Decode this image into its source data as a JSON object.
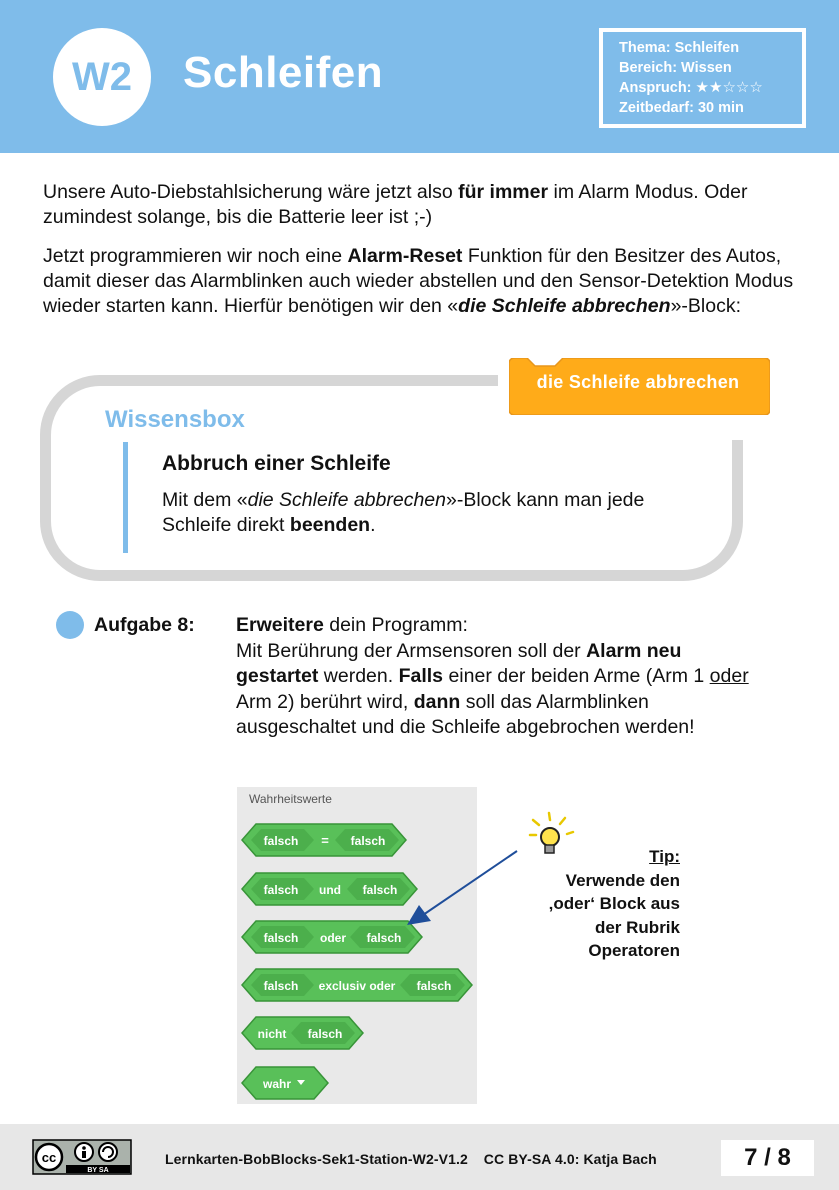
{
  "header": {
    "badge": "W2",
    "title": "Schleifen",
    "info": {
      "thema": "Thema: Schleifen",
      "bereich": "Bereich: Wissen",
      "anspruch_label": "Anspruch:",
      "anspruch_rating": 2,
      "anspruch_max": 5,
      "zeitbedarf": "Zeitbedarf: 30 min"
    }
  },
  "intro": {
    "p1_a": "Unsere Auto-Diebstahlsicherung wäre jetzt also ",
    "p1_b": "für immer",
    "p1_c": " im Alarm Modus. Oder zumindest solange, bis die Batterie leer ist ;-)",
    "p2_a": "Jetzt programmieren wir noch eine ",
    "p2_b": "Alarm-Reset",
    "p2_c": " Funktion für den Besitzer des Autos, damit dieser das Alarmblinken auch wieder abstellen und den Sensor-Detektion Modus wieder starten kann. Hierfür benötigen wir den «",
    "p2_d": "die Schleife abbrechen",
    "p2_e": "»-Block:"
  },
  "wissensbox": {
    "title": "Wissensbox",
    "block_label": "die Schleife abbrechen",
    "heading": "Abbruch einer Schleife",
    "text_a": "Mit dem «",
    "text_b": "die Schleife abbrechen",
    "text_c": "»-Block kann man jede Schleife direkt ",
    "text_d": "beenden",
    "text_e": "."
  },
  "task": {
    "label": "Aufgabe 8:",
    "t1": "Erweitere",
    "t2": " dein Programm:",
    "t3": "Mit Berührung der Armsensoren soll der ",
    "t4": "Alarm neu gestartet",
    "t5": " werden. ",
    "t6": "Falls",
    "t7": " einer der beiden Arme (Arm 1 ",
    "t8": "oder",
    "t9": " Arm 2) berührt wird, ",
    "t10": "dann",
    "t11": " soll das Alarmblinken ausgeschaltet und die Schleife abgebrochen werden!"
  },
  "palette": {
    "title": "Wahrheitswerte",
    "blocks": [
      {
        "left": "falsch",
        "op": "=",
        "right": "falsch"
      },
      {
        "left": "falsch",
        "op": "und",
        "right": "falsch"
      },
      {
        "left": "falsch",
        "op": "oder",
        "right": "falsch"
      },
      {
        "left": "falsch",
        "op": "exclusiv oder",
        "right": "falsch"
      },
      {
        "op": "nicht",
        "right": "falsch"
      },
      {
        "value": "wahr"
      }
    ]
  },
  "tip": {
    "heading": "Tip:",
    "line1": "Verwende den",
    "line2": "‚oder‘ Block aus",
    "line3": "der Rubrik",
    "line4": "Operatoren"
  },
  "footer": {
    "license_badge": "BY SA",
    "text": "Lernkarten-BobBlocks-Sek1-Station-W2-V1.2    CC BY-SA 4.0: Katja Bach",
    "page": "7 / 8"
  },
  "colors": {
    "accent": "#7fbcea",
    "scratch_orange": "#ffab19",
    "block_green": "#59c059",
    "block_green_dark": "#389438",
    "box_border": "#d6d6d6"
  }
}
